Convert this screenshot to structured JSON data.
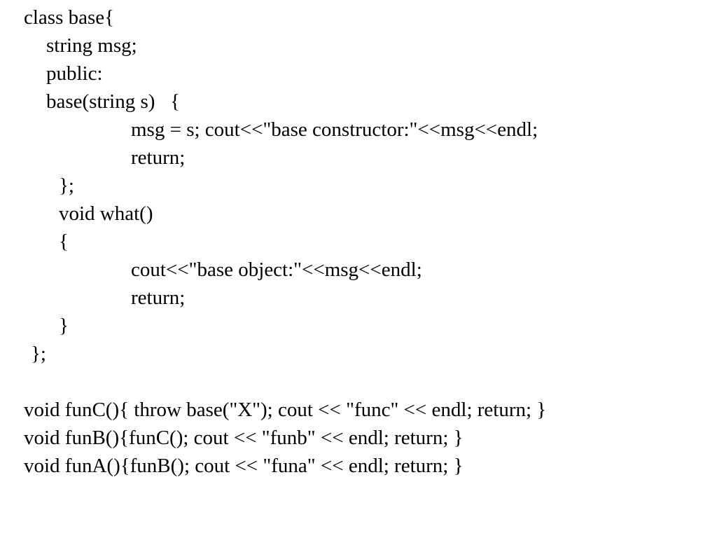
{
  "slide": {
    "lines": [
      "class base{",
      "string msg;",
      "public:",
      "base(string s)   {",
      "msg = s; cout<<\"base constructor:\"<<msg<<endl;",
      "return;",
      "};",
      "void what()",
      "{",
      "cout<<\"base object:\"<<msg<<endl;",
      "return;",
      "}",
      "};",
      "void funC(){ throw base(\"X\"); cout << \"func\" << endl; return; }",
      "void funB(){funC(); cout << \"funb\" << endl; return; }",
      "void funA(){funB(); cout << \"funa\" << endl; return; }"
    ]
  },
  "colors": {
    "background": "#ffffff",
    "text": "#000000"
  }
}
